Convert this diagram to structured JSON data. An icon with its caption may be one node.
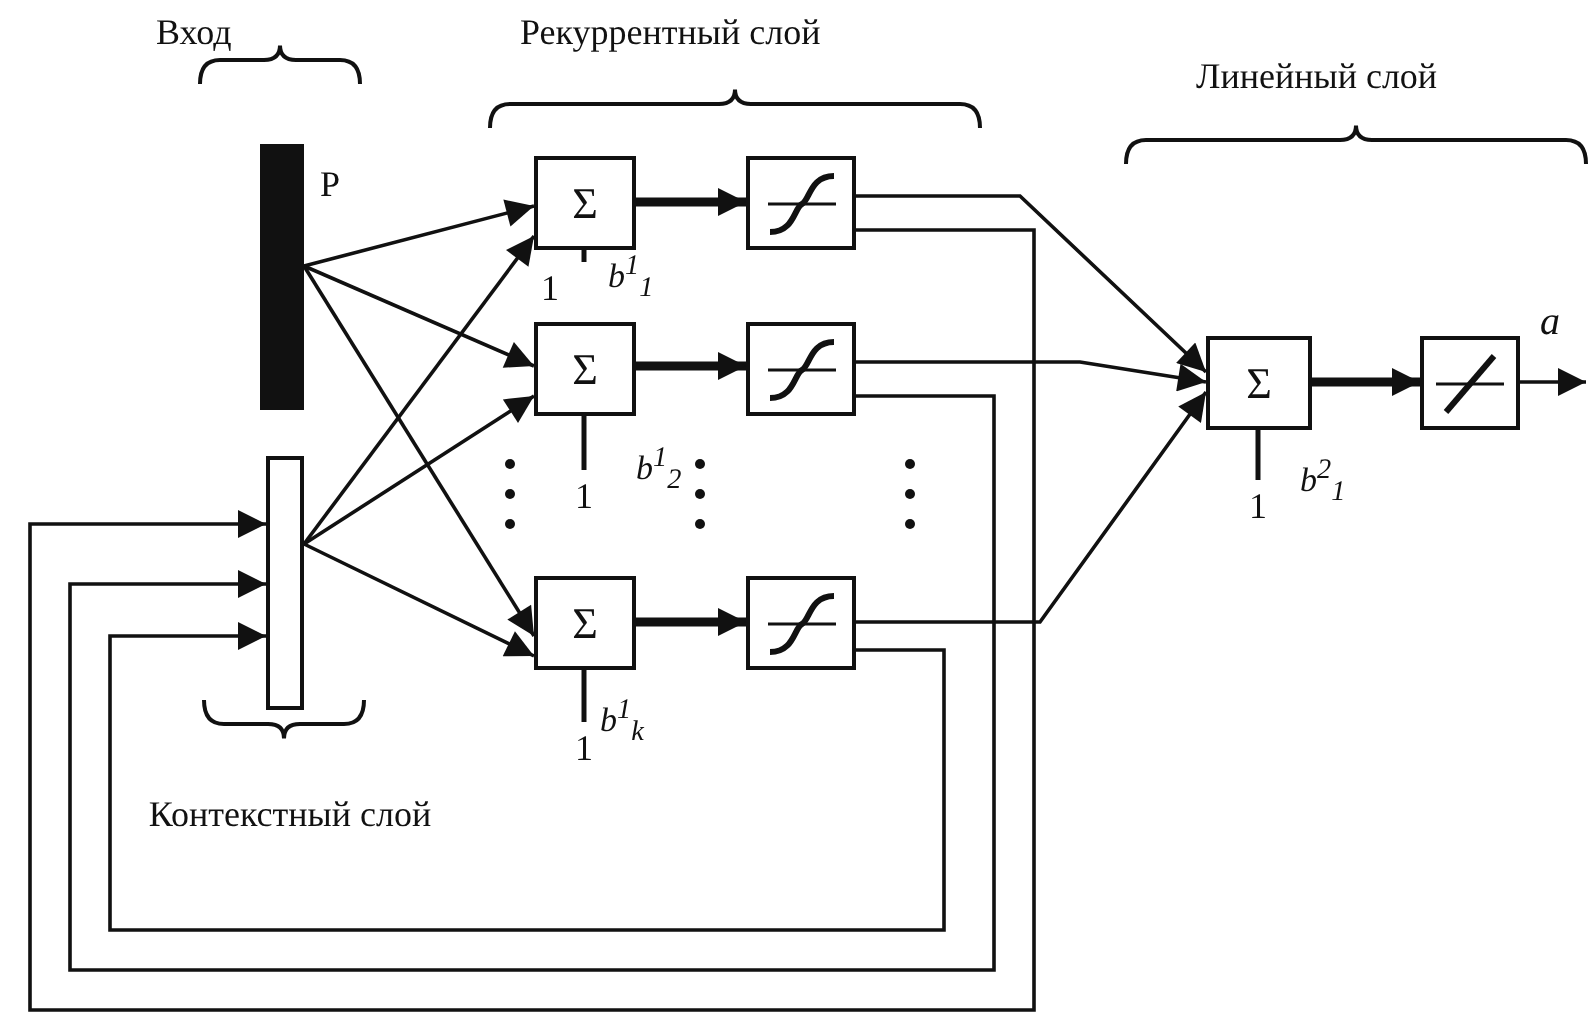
{
  "diagram": {
    "nodes": [
      {
        "text": [],
        "shape": "bar",
        "beside": [
          "P"
        ]
      },
      {
        "text": [],
        "shape": "bar"
      },
      {
        "text": [
          "Σ"
        ],
        "beside": [
          "b$^{1}$$_{1}$"
        ]
      },
      {
        "text": [],
        "shape": "box"
      },
      {
        "text": [
          "Σ"
        ],
        "beside": [
          "b$^{1}$$_{2}$"
        ]
      },
      {
        "text": [],
        "shape": "box"
      },
      {
        "text": [
          "Σ"
        ],
        "beside": [
          "b$^{1}$$_{k}$"
        ]
      },
      {
        "text": [],
        "shape": "box"
      },
      {
        "text": [
          "Σ"
        ],
        "beside": [
          "b$^{2}$$_{1}$"
        ]
      },
      {
        "text": [],
        "shape": "box"
      },
      {
        "text": [
          "1"
        ]
      },
      {
        "text": [
          "1"
        ]
      },
      {
        "text": [
          "1"
        ]
      },
      {
        "text": [
          "1"
        ]
      }
    ],
    "edges": [
      {
        "from": 0,
        "to": 2,
        "arrow": "to"
      },
      {
        "from": 0,
        "to": 4,
        "arrow": "to"
      },
      {
        "from": 0,
        "to": 6,
        "arrow": "to"
      },
      {
        "from": 1,
        "to": 2,
        "arrow": "to"
      },
      {
        "from": 1,
        "to": 4,
        "arrow": "to"
      },
      {
        "from": 1,
        "to": 6,
        "arrow": "to"
      },
      {
        "from": 2,
        "to": 3,
        "arrow": "to",
        "style": "thick"
      },
      {
        "from": 4,
        "to": 5,
        "arrow": "to",
        "style": "thick"
      },
      {
        "from": 6,
        "to": 7,
        "arrow": "to",
        "style": "thick"
      },
      {
        "from": 3,
        "to": 8,
        "arrow": "to"
      },
      {
        "from": 5,
        "to": 8,
        "arrow": "to"
      },
      {
        "from": 7,
        "to": 8,
        "arrow": "to"
      },
      {
        "from": 3,
        "to": 1,
        "arrow": "to"
      },
      {
        "from": 5,
        "to": 1,
        "arrow": "to"
      },
      {
        "from": 7,
        "to": 1,
        "arrow": "to"
      },
      {
        "from": 8,
        "to": 9,
        "arrow": "to",
        "style": "thick"
      },
      {
        "from": 9,
        "to": null,
        "arrow": "to",
        "label": "a"
      },
      {
        "from": 10,
        "to": 2,
        "arrow": "none"
      },
      {
        "from": 11,
        "to": 4,
        "arrow": "none"
      },
      {
        "from": 12,
        "to": 6,
        "arrow": "none"
      },
      {
        "from": 13,
        "to": 8,
        "arrow": "none"
      }
    ],
    "labels": [
      "Вход",
      "Рекуррентный слой",
      "Линейный слой",
      "Контекстный слой"
    ]
  }
}
